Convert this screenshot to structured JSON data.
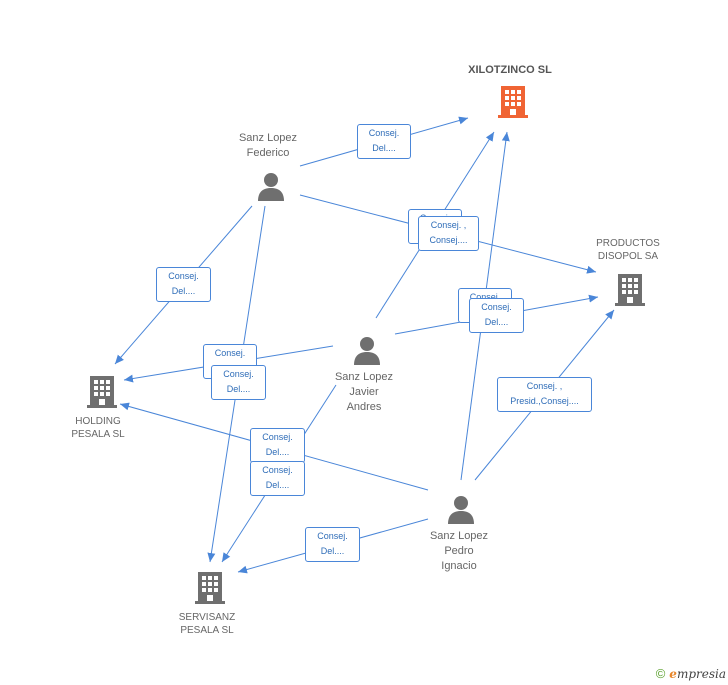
{
  "companies": {
    "xilotzinco": {
      "name": "XILOTZINCO SL",
      "icon": "building-icon",
      "color": "#f06434"
    },
    "disopol": {
      "line1": "PRODUCTOS",
      "line2": "DISOPOL SA",
      "icon": "building-icon"
    },
    "holding": {
      "line1": "HOLDING",
      "line2": "PESALA SL",
      "icon": "building-icon"
    },
    "servisanz": {
      "line1": "SERVISANZ",
      "line2": "PESALA SL",
      "icon": "building-icon"
    }
  },
  "people": {
    "federico": {
      "line1": "Sanz Lopez",
      "line2": "Federico",
      "icon": "person-icon"
    },
    "javier": {
      "line1": "Sanz Lopez",
      "line2": "Javier",
      "line3": "Andres",
      "icon": "person-icon"
    },
    "pedro": {
      "line1": "Sanz Lopez",
      "line2": "Pedro",
      "line3": "Ignacio",
      "icon": "person-icon"
    }
  },
  "edges": {
    "e1": {
      "l1": "Consej.",
      "l2": "Del...."
    },
    "e2a": {
      "l1": "Consej.",
      "l2": ""
    },
    "e2b": {
      "l1": "Consej. ,",
      "l2": "Consej...."
    },
    "e3": {
      "l1": "Consej.",
      "l2": "Del...."
    },
    "e4a": {
      "l1": "Consej.",
      "l2": ""
    },
    "e4b": {
      "l1": "Consej.",
      "l2": "Del...."
    },
    "e5a": {
      "l1": "Consej.",
      "l2": ""
    },
    "e5b": {
      "l1": "Consej.",
      "l2": "Del...."
    },
    "e6a": {
      "l1": "Consej.",
      "l2": "Del...."
    },
    "e6b": {
      "l1": "Consej.",
      "l2": "Del...."
    },
    "e7": {
      "l1": "Consej. ,",
      "l2": "Presid.,Consej...."
    },
    "e8": {
      "l1": "Consej.",
      "l2": "Del...."
    }
  },
  "footer": {
    "copyright": "©",
    "brand_initial": "e",
    "brand_rest": "mpresia"
  },
  "colors": {
    "edge": "#4a86d8",
    "node": "#777777",
    "focus": "#f06434"
  }
}
